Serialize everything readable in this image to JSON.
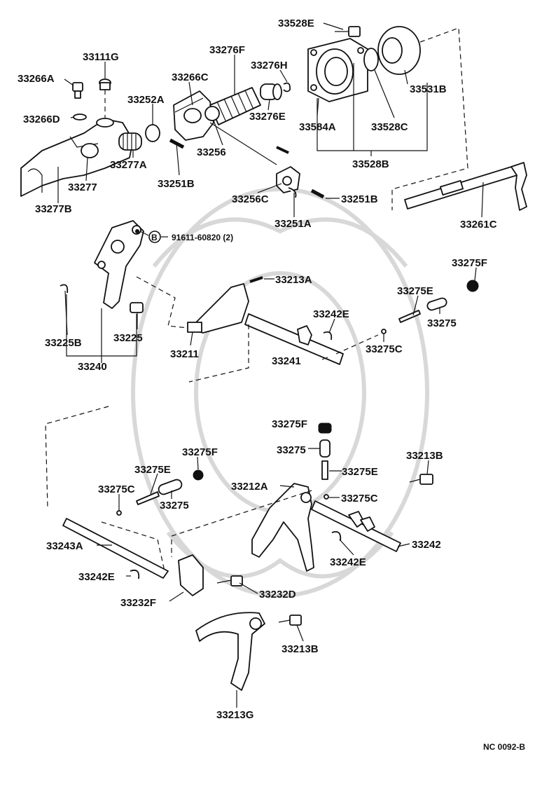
{
  "labels": {
    "33528E_top": "33528E",
    "33111G": "33111G",
    "33276F": "33276F",
    "33266A": "33266A",
    "33266C": "33266C",
    "33276H": "33276H",
    "33531B": "33531B",
    "33266D": "33266D",
    "33252A": "33252A",
    "33276E": "33276E",
    "33584A": "33584A",
    "33528C": "33528C",
    "33256": "33256",
    "33277A": "33277A",
    "33528B": "33528B",
    "33277": "33277",
    "33251B_a": "33251B",
    "33256C": "33256C",
    "33251B_b": "33251B",
    "33277B": "33277B",
    "33251A": "33251A",
    "33261C": "33261C",
    "bolt_ref": "91611-60820 (2)",
    "bolt_badge": "B",
    "33275F_a": "33275F",
    "33213A": "33213A",
    "33275E_a": "33275E",
    "33242E_a": "33242E",
    "33275_a": "33275",
    "33225B": "33225B",
    "33225": "33225",
    "33275C_a": "33275C",
    "33211": "33211",
    "33241": "33241",
    "33240": "33240",
    "33275F_b": "33275F",
    "33275_b": "33275",
    "33275F_c": "33275F",
    "33213B_a": "33213B",
    "33275E_b": "33275E",
    "33275E_c": "33275E",
    "33212A": "33212A",
    "33275C_b": "33275C",
    "33275_c": "33275",
    "33275C_c": "33275C",
    "33243A": "33243A",
    "33242": "33242",
    "33242E_b": "33242E",
    "33242E_c": "33242E",
    "33232D": "33232D",
    "33232F": "33232F",
    "33213B_b": "33213B",
    "33213G": "33213G",
    "footer_code": "NC 0092-B"
  }
}
